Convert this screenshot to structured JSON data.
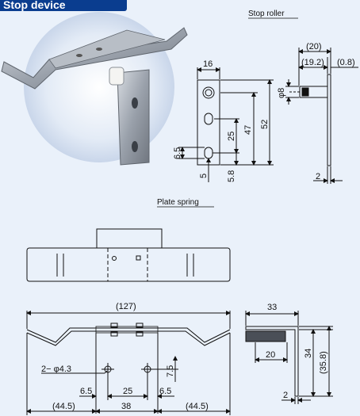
{
  "header": {
    "title": "Stop device"
  },
  "captions": {
    "stop_roller": "Stop roller",
    "plate_spring": "Plate spring"
  },
  "stop_roller": {
    "width": "16",
    "total_len": "(20)",
    "inner_len": "(19.2)",
    "thickness_paren": "(0.8)",
    "diameter": "φ8",
    "h47": "47",
    "h52": "52",
    "h25": "25",
    "h6_5": "6.5",
    "h5_8": "5.8",
    "t2": "2",
    "slot_5": "5"
  },
  "plate_spring_front": {
    "overall": "(127)",
    "holes": "2− φ4.3",
    "d6_5_left": "6.5",
    "d25": "25",
    "d6_5_right": "6.5",
    "d7_5": "7.5",
    "d44_5_left": "(44.5)",
    "d38": "38",
    "d44_5_right": "(44.5)"
  },
  "plate_spring_side": {
    "d33": "33",
    "d20": "20",
    "d34": "34",
    "d35_8": "(35.8)",
    "t2": "2"
  },
  "colors": {
    "badge_bg": "#0a3d8f",
    "background": "#eaf1fa",
    "line": "#111111"
  }
}
